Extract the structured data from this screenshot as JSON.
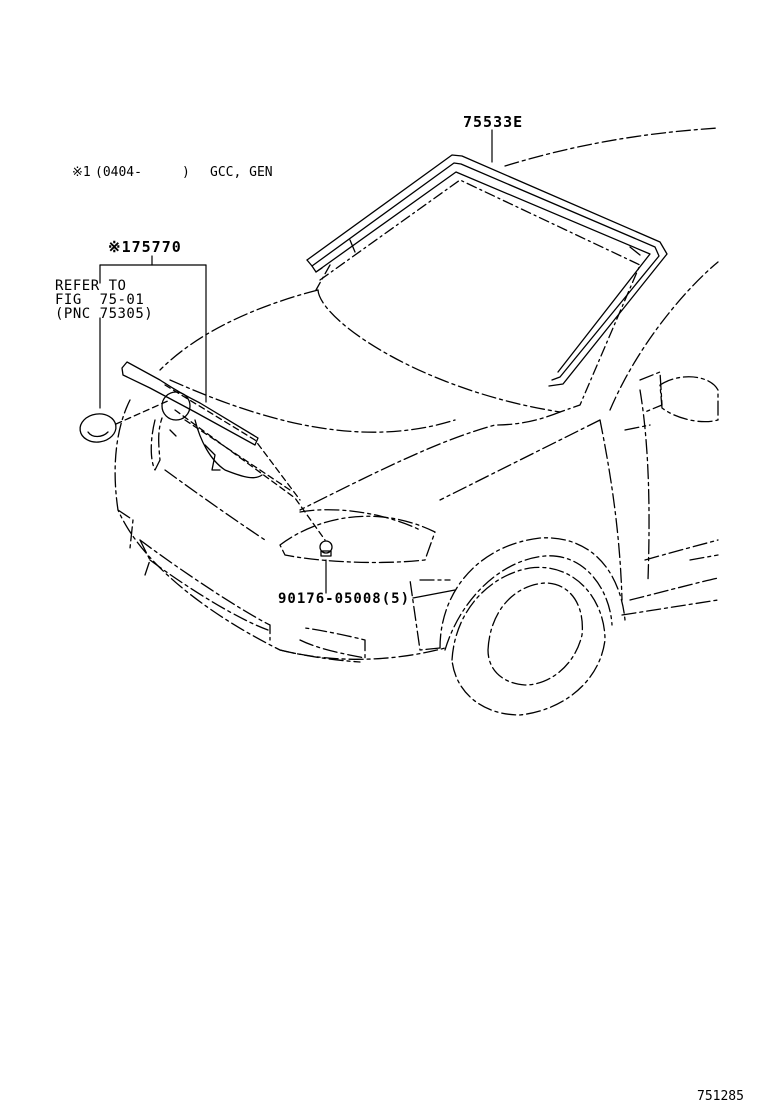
{
  "diagram": {
    "note_line": {
      "mark": "※1",
      "date": "(0404-",
      "close": ")",
      "markets": "GCC, GEN"
    },
    "parts": {
      "molding_windshield": "75533E",
      "emblem": "※175770",
      "bolt": "90176-05008(5)"
    },
    "refer": {
      "line1": "REFER TO",
      "line2": "FIG  75-01",
      "line3": "(PNC 75305)"
    },
    "illustration_code": "751285",
    "colors": {
      "ink": "#000000",
      "paper": "#ffffff"
    }
  }
}
